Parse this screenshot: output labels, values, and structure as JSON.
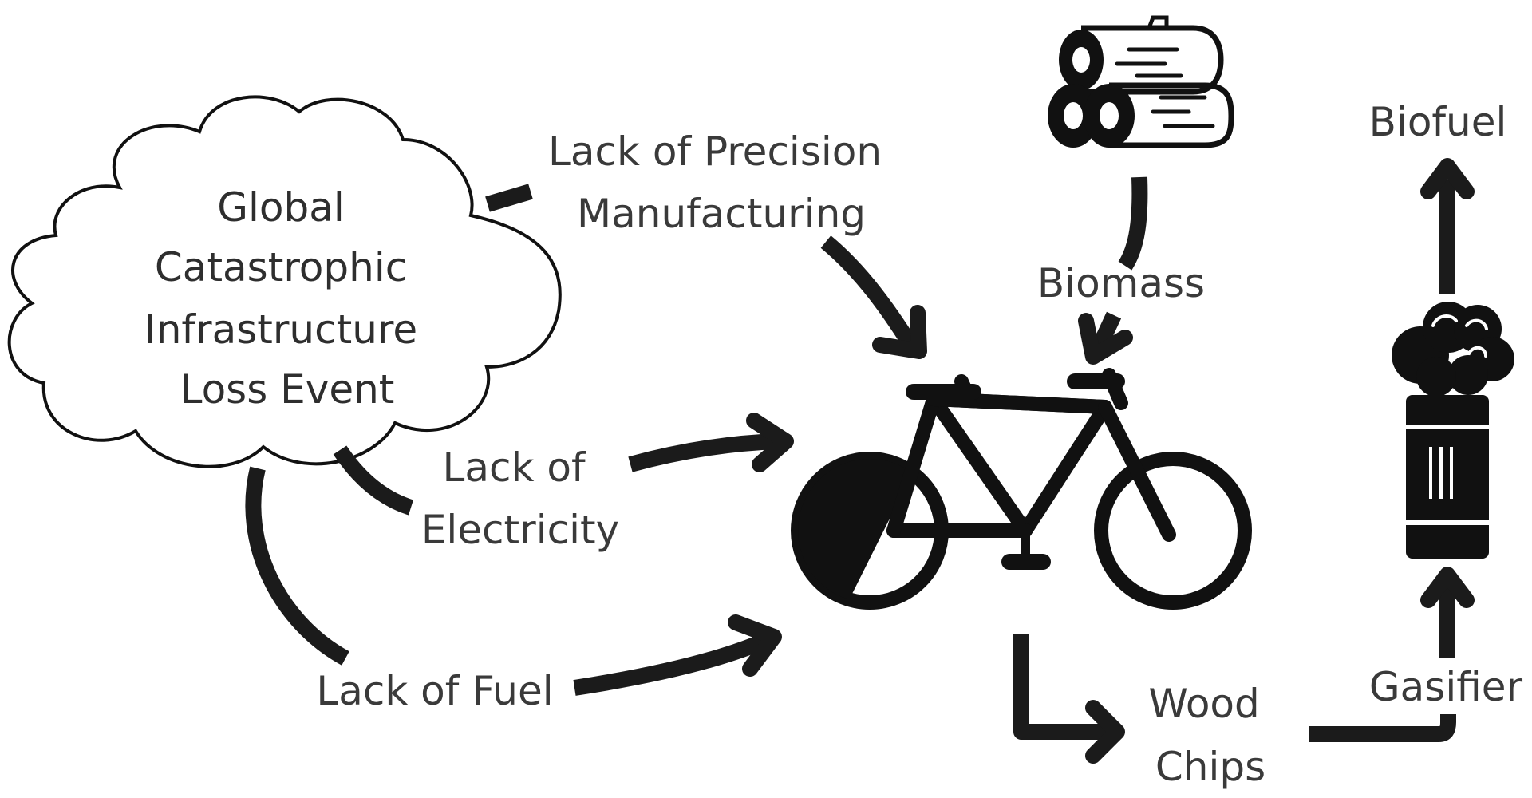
{
  "cloud": {
    "lines": [
      "Global",
      "Catastrophic",
      "Infrastructure",
      "Loss Event"
    ]
  },
  "labels": {
    "precision_line1": "Lack of Precision",
    "precision_line2": "Manufacturing",
    "electricity_line1": "Lack of",
    "electricity_line2": "Electricity",
    "fuel": "Lack of Fuel",
    "biomass": "Biomass",
    "wood_line1": "Wood",
    "wood_line2": "Chips",
    "gasifier": "Gasifier",
    "biofuel": "Biofuel"
  },
  "icons": {
    "cloud": "cloud-shape",
    "logs": "logs-icon",
    "bicycle": "bicycle-icon",
    "gasifier": "gasifier-icon"
  },
  "colors": {
    "stroke": "#1b1b1b",
    "text": "#3a3a3a",
    "background": "#ffffff"
  }
}
